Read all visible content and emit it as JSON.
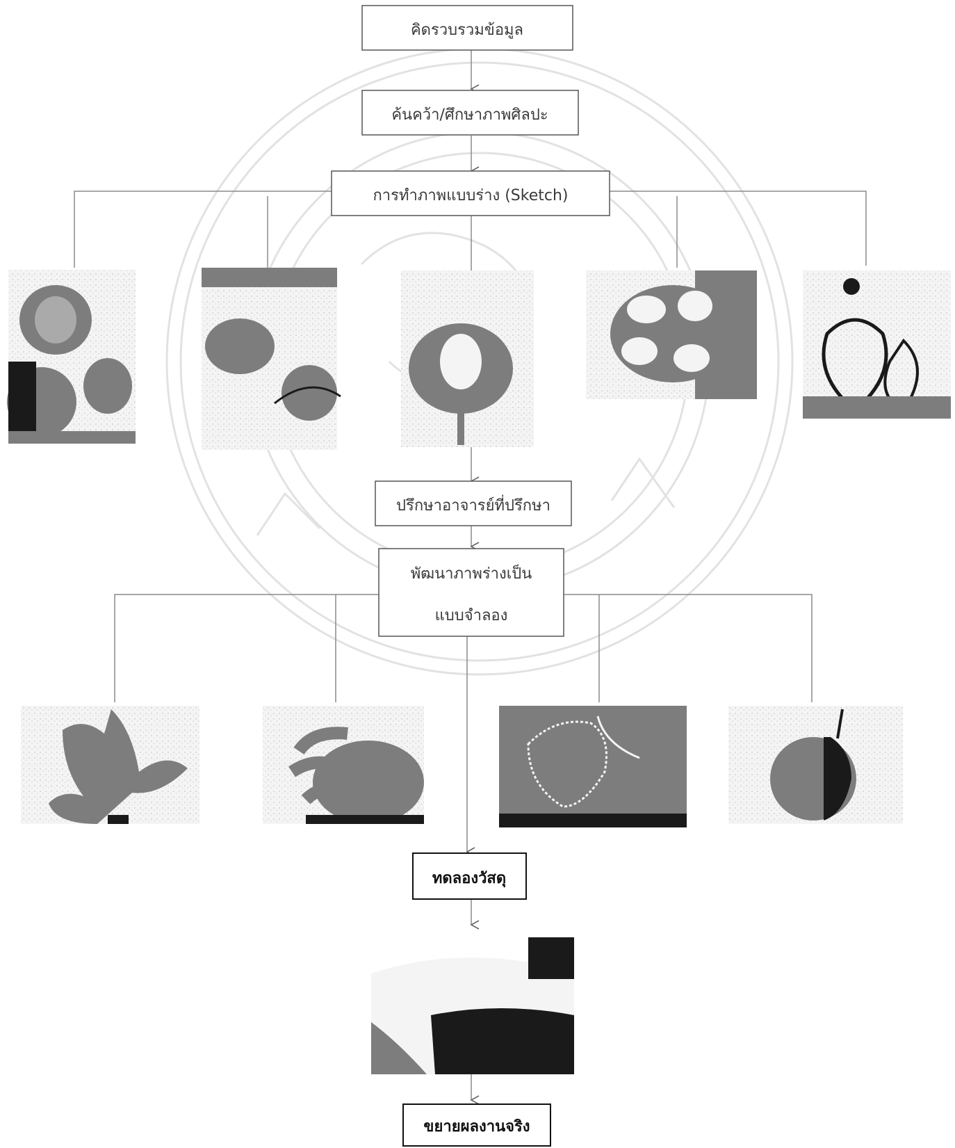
{
  "steps": {
    "gather": "คิดรวบรวมข้อมูล",
    "research": "ค้นคว้า/ศึกษาภาพศิลปะ",
    "sketch": "การทำภาพแบบร่าง (Sketch)",
    "consult": "ปรึกษาอาจารย์ที่ปรึกษา",
    "develop_line1": "พัฒนาภาพร่างเป็น",
    "develop_line2": "แบบจำลอง",
    "material_test": "ทดลองวัสดุ",
    "final_work": "ขยายผลงานจริง"
  },
  "colors": {
    "line": "#8a8a8a",
    "box_border": "#555555",
    "photo_gray": "#7d7d7d",
    "photo_dark": "#1a1a1a",
    "watermark": "#dddddd"
  }
}
